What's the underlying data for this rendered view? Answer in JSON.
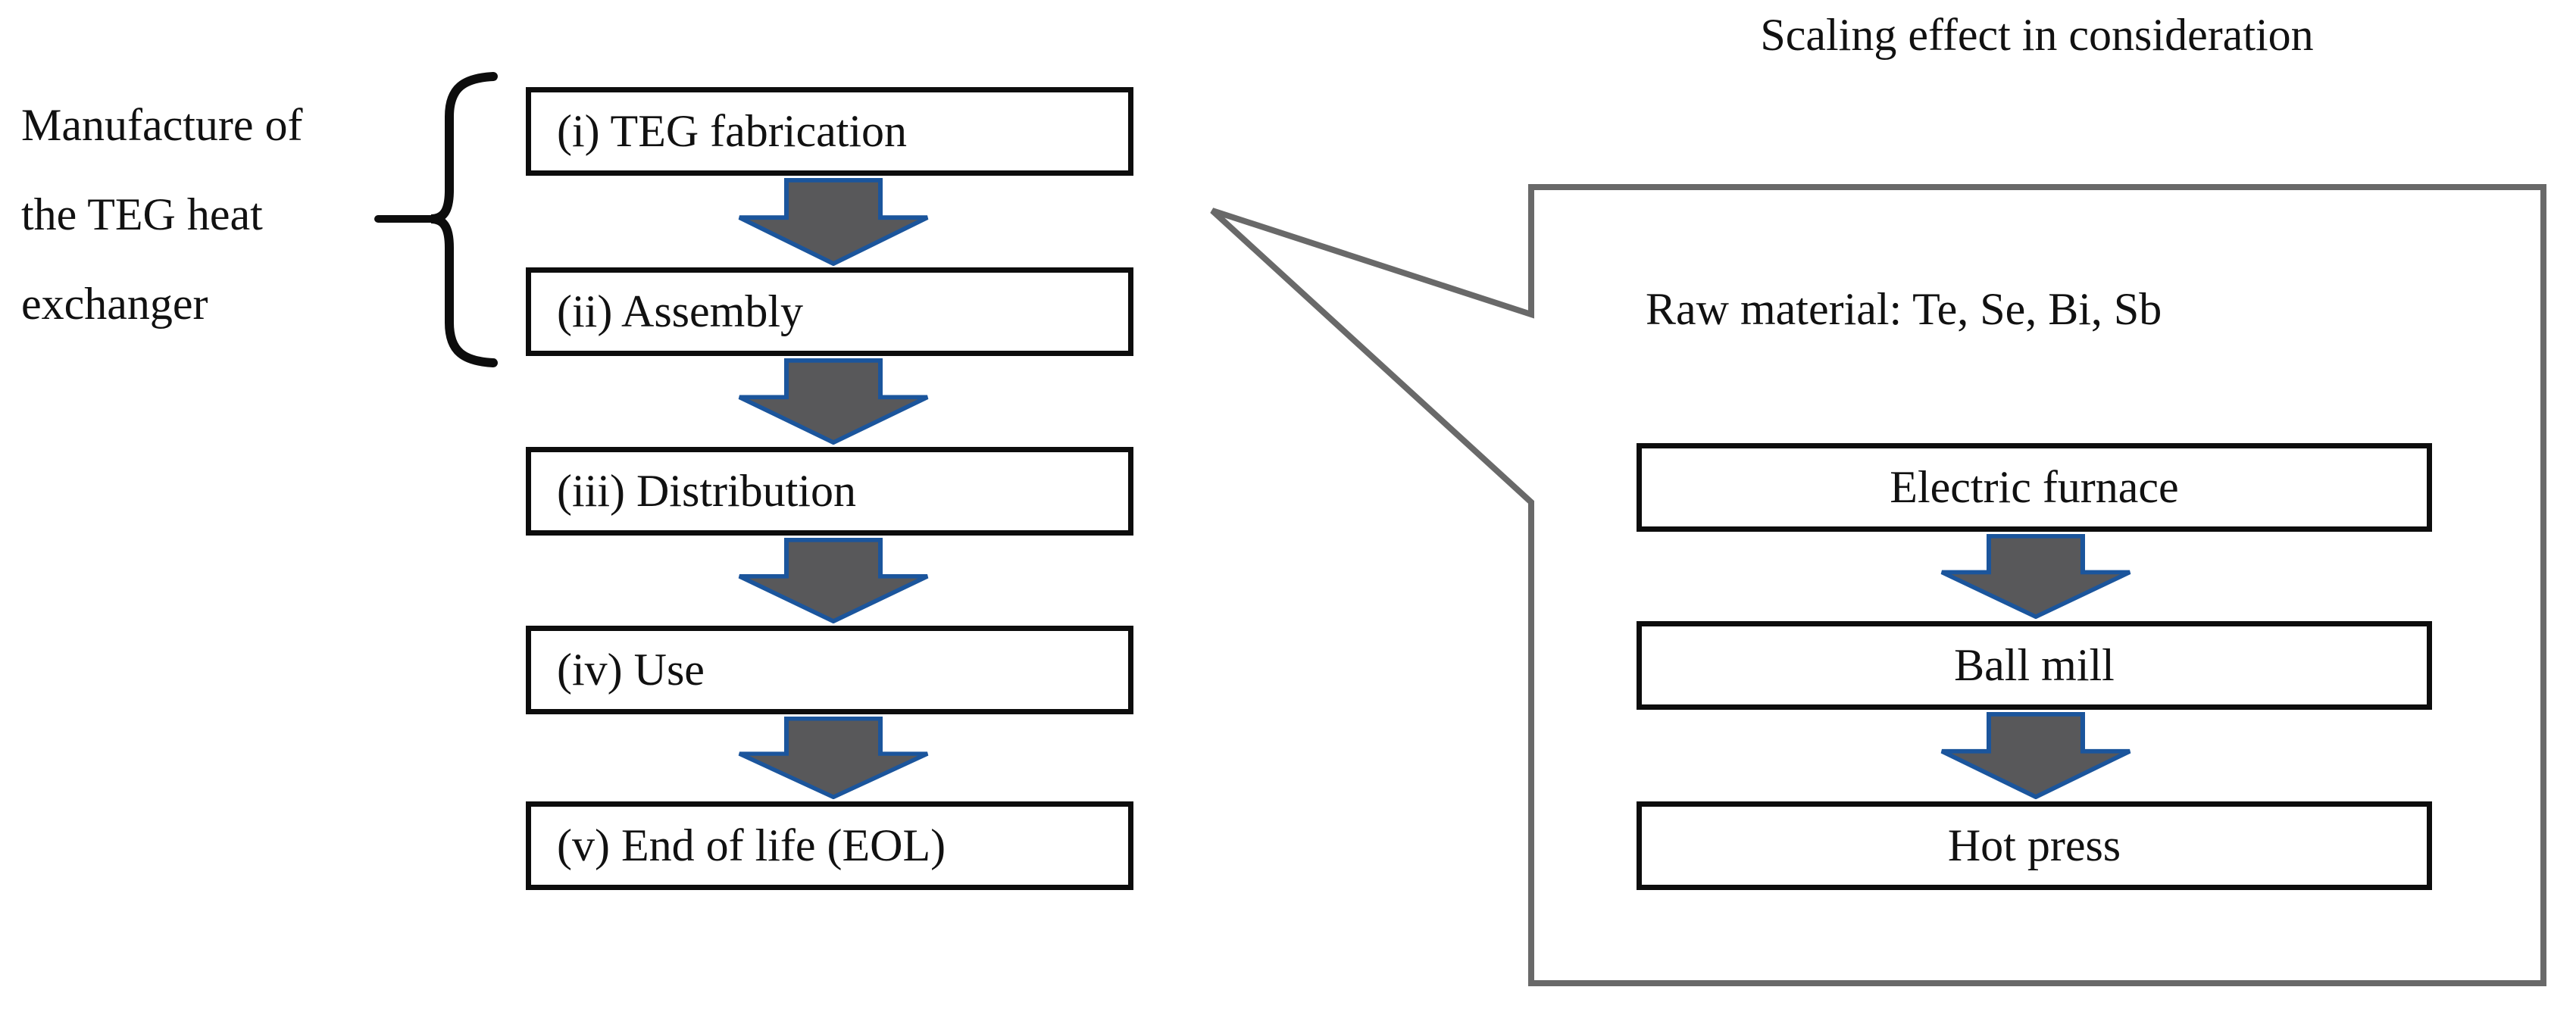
{
  "diagram": {
    "left_label": {
      "lines": [
        "Manufacture of",
        "the TEG heat",
        "exchanger"
      ]
    },
    "lifecycle_steps": [
      "(i) TEG fabrication",
      "(ii) Assembly",
      "(iii) Distribution",
      "(iv) Use",
      "(v) End of life (EOL)"
    ],
    "callout": {
      "title": "Scaling effect in consideration",
      "note": "Raw material: Te, Se, Bi, Sb",
      "process_steps": [
        "Electric furnace",
        "Ball mill",
        "Hot press"
      ]
    },
    "colors": {
      "arrow_fill": "#58585a",
      "arrow_stroke": "#1b559c",
      "box_border": "#0d0d0d",
      "callout_border": "#696969",
      "brace_color": "#0d0d0d",
      "text_color": "#111111",
      "bg_color": "#ffffff"
    }
  }
}
